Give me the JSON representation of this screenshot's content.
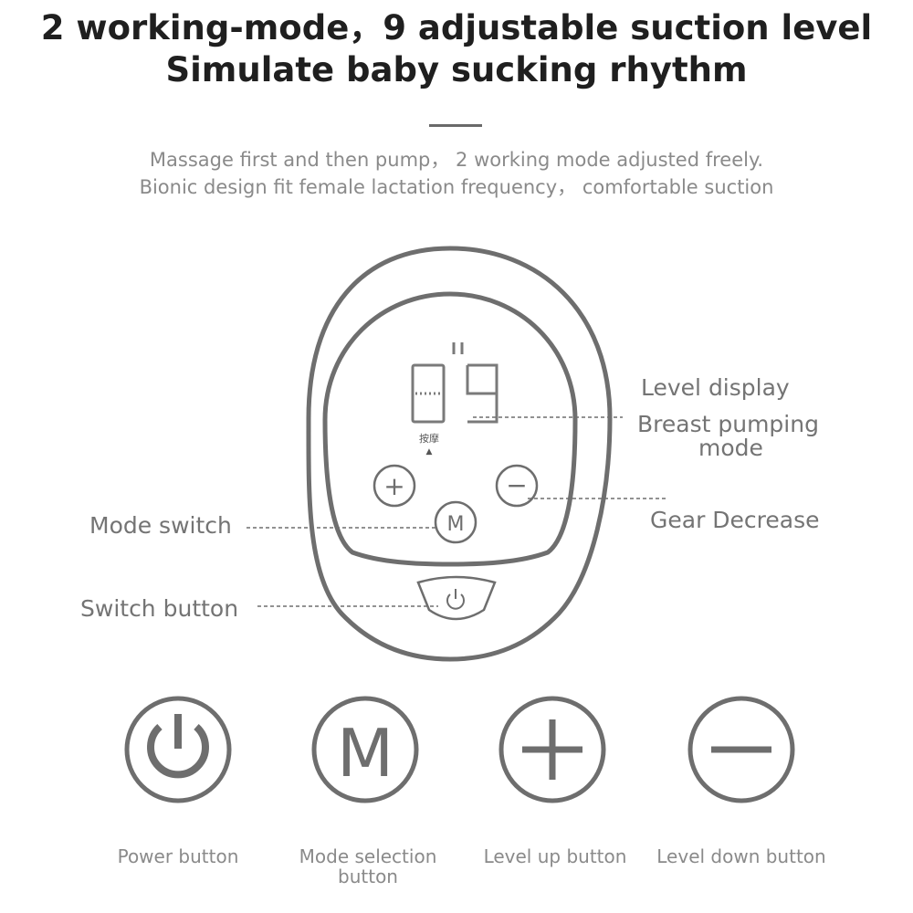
{
  "heading": {
    "line1": "2 working-mode，9 adjustable suction level",
    "line2": "Simulate baby sucking rhythm"
  },
  "subheading": {
    "line1": "Massage first and then pump，  2 working mode adjusted freely.",
    "line2": "Bionic design fit female lactation frequency，  comfortable suction"
  },
  "device": {
    "display_digits": "09",
    "massage_indicator": "按摩",
    "massage_arrow": "▲",
    "plus_symbol": "+",
    "minus_symbol": "−",
    "mode_letter": "M"
  },
  "callouts": {
    "level_display": "Level display",
    "breast_pumping_line1": "Breast pumping",
    "breast_pumping_line2": "mode",
    "gear_decrease": "Gear Decrease",
    "mode_switch": "Mode switch",
    "switch_button": "Switch button"
  },
  "legend": [
    {
      "icon": "power-icon",
      "label_line1": "Power button",
      "label_line2": ""
    },
    {
      "icon": "m-icon",
      "label_line1": "Mode selection",
      "label_line2": "button"
    },
    {
      "icon": "plus-icon",
      "label_line1": "Level up button",
      "label_line2": ""
    },
    {
      "icon": "minus-icon",
      "label_line1": "Level down button",
      "label_line2": ""
    }
  ],
  "legend_letter": "M",
  "colors": {
    "outline": "#6e6e6e",
    "text_dark": "#1f1f1f",
    "text_gray": "#8a8a8a"
  }
}
